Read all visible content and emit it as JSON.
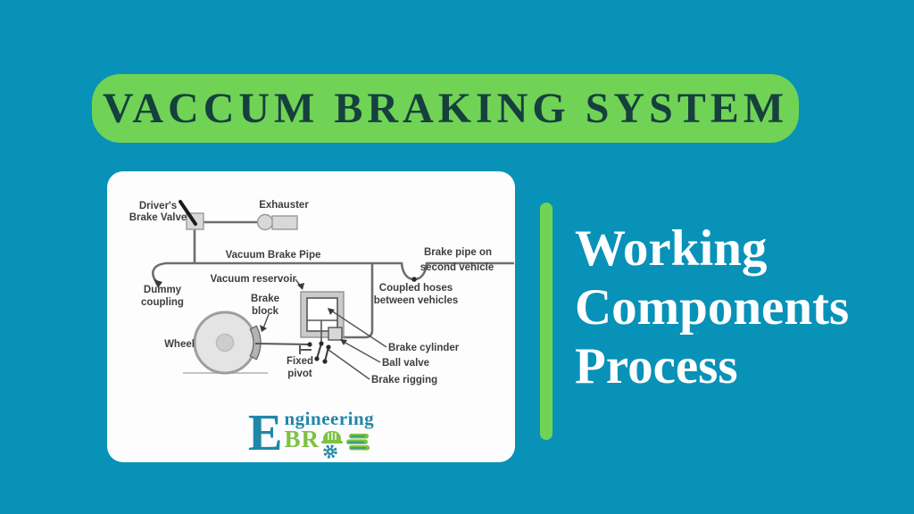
{
  "colors": {
    "background": "#0892b8",
    "accent_green": "#71d356",
    "banner_text": "#16403e",
    "card_bg": "#fdfdfd",
    "logo_teal": "#1f87a8",
    "logo_green": "#7cc243"
  },
  "banner": {
    "title": "VACCUM BRAKING SYSTEM"
  },
  "subtitle": {
    "lines": [
      "Working",
      "Components",
      "Process"
    ]
  },
  "diagram": {
    "labels": {
      "drivers_brake_valve_line1": "Driver's",
      "drivers_brake_valve_line2": "Brake Valve",
      "exhauster": "Exhauster",
      "vacuum_brake_pipe": "Vacuum Brake Pipe",
      "brake_pipe_second_line1": "Brake pipe on",
      "brake_pipe_second_line2": "second vehicle",
      "dummy_coupling_line1": "Dummy",
      "dummy_coupling_line2": "coupling",
      "vacuum_reservoir": "Vacuum reservoir",
      "coupled_hoses_line1": "Coupled hoses",
      "coupled_hoses_line2": "between vehicles",
      "brake_block_line1": "Brake",
      "brake_block_line2": "block",
      "wheel": "Wheel",
      "fixed_pivot_line1": "Fixed",
      "fixed_pivot_line2": "pivot",
      "brake_cylinder": "Brake cylinder",
      "ball_valve": "Ball valve",
      "brake_rigging": "Brake rigging"
    }
  },
  "logo": {
    "initial": "E",
    "word_top": "ngineering",
    "word_bottom": "BR"
  }
}
